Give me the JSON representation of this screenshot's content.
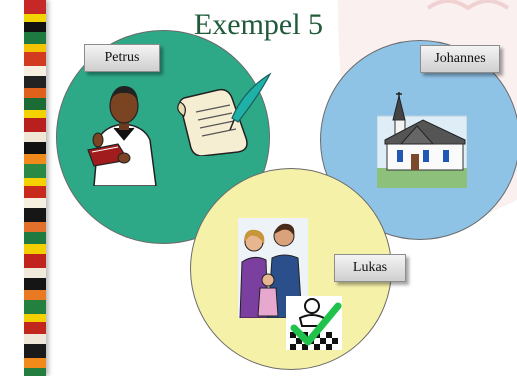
{
  "title": "Exempel 5",
  "labels": {
    "petrus": "Petrus",
    "johannes": "Johannes",
    "lukas": "Lukas"
  },
  "colors": {
    "green_circle": "#2ea987",
    "blue_circle": "#8fc3e6",
    "yellow_circle": "#f5f1a8",
    "title": "#1f5a3a"
  },
  "icons": [
    "priest-reading-icon",
    "scroll-quill-icon",
    "church-icon",
    "family-icon",
    "checkmark-icon"
  ]
}
